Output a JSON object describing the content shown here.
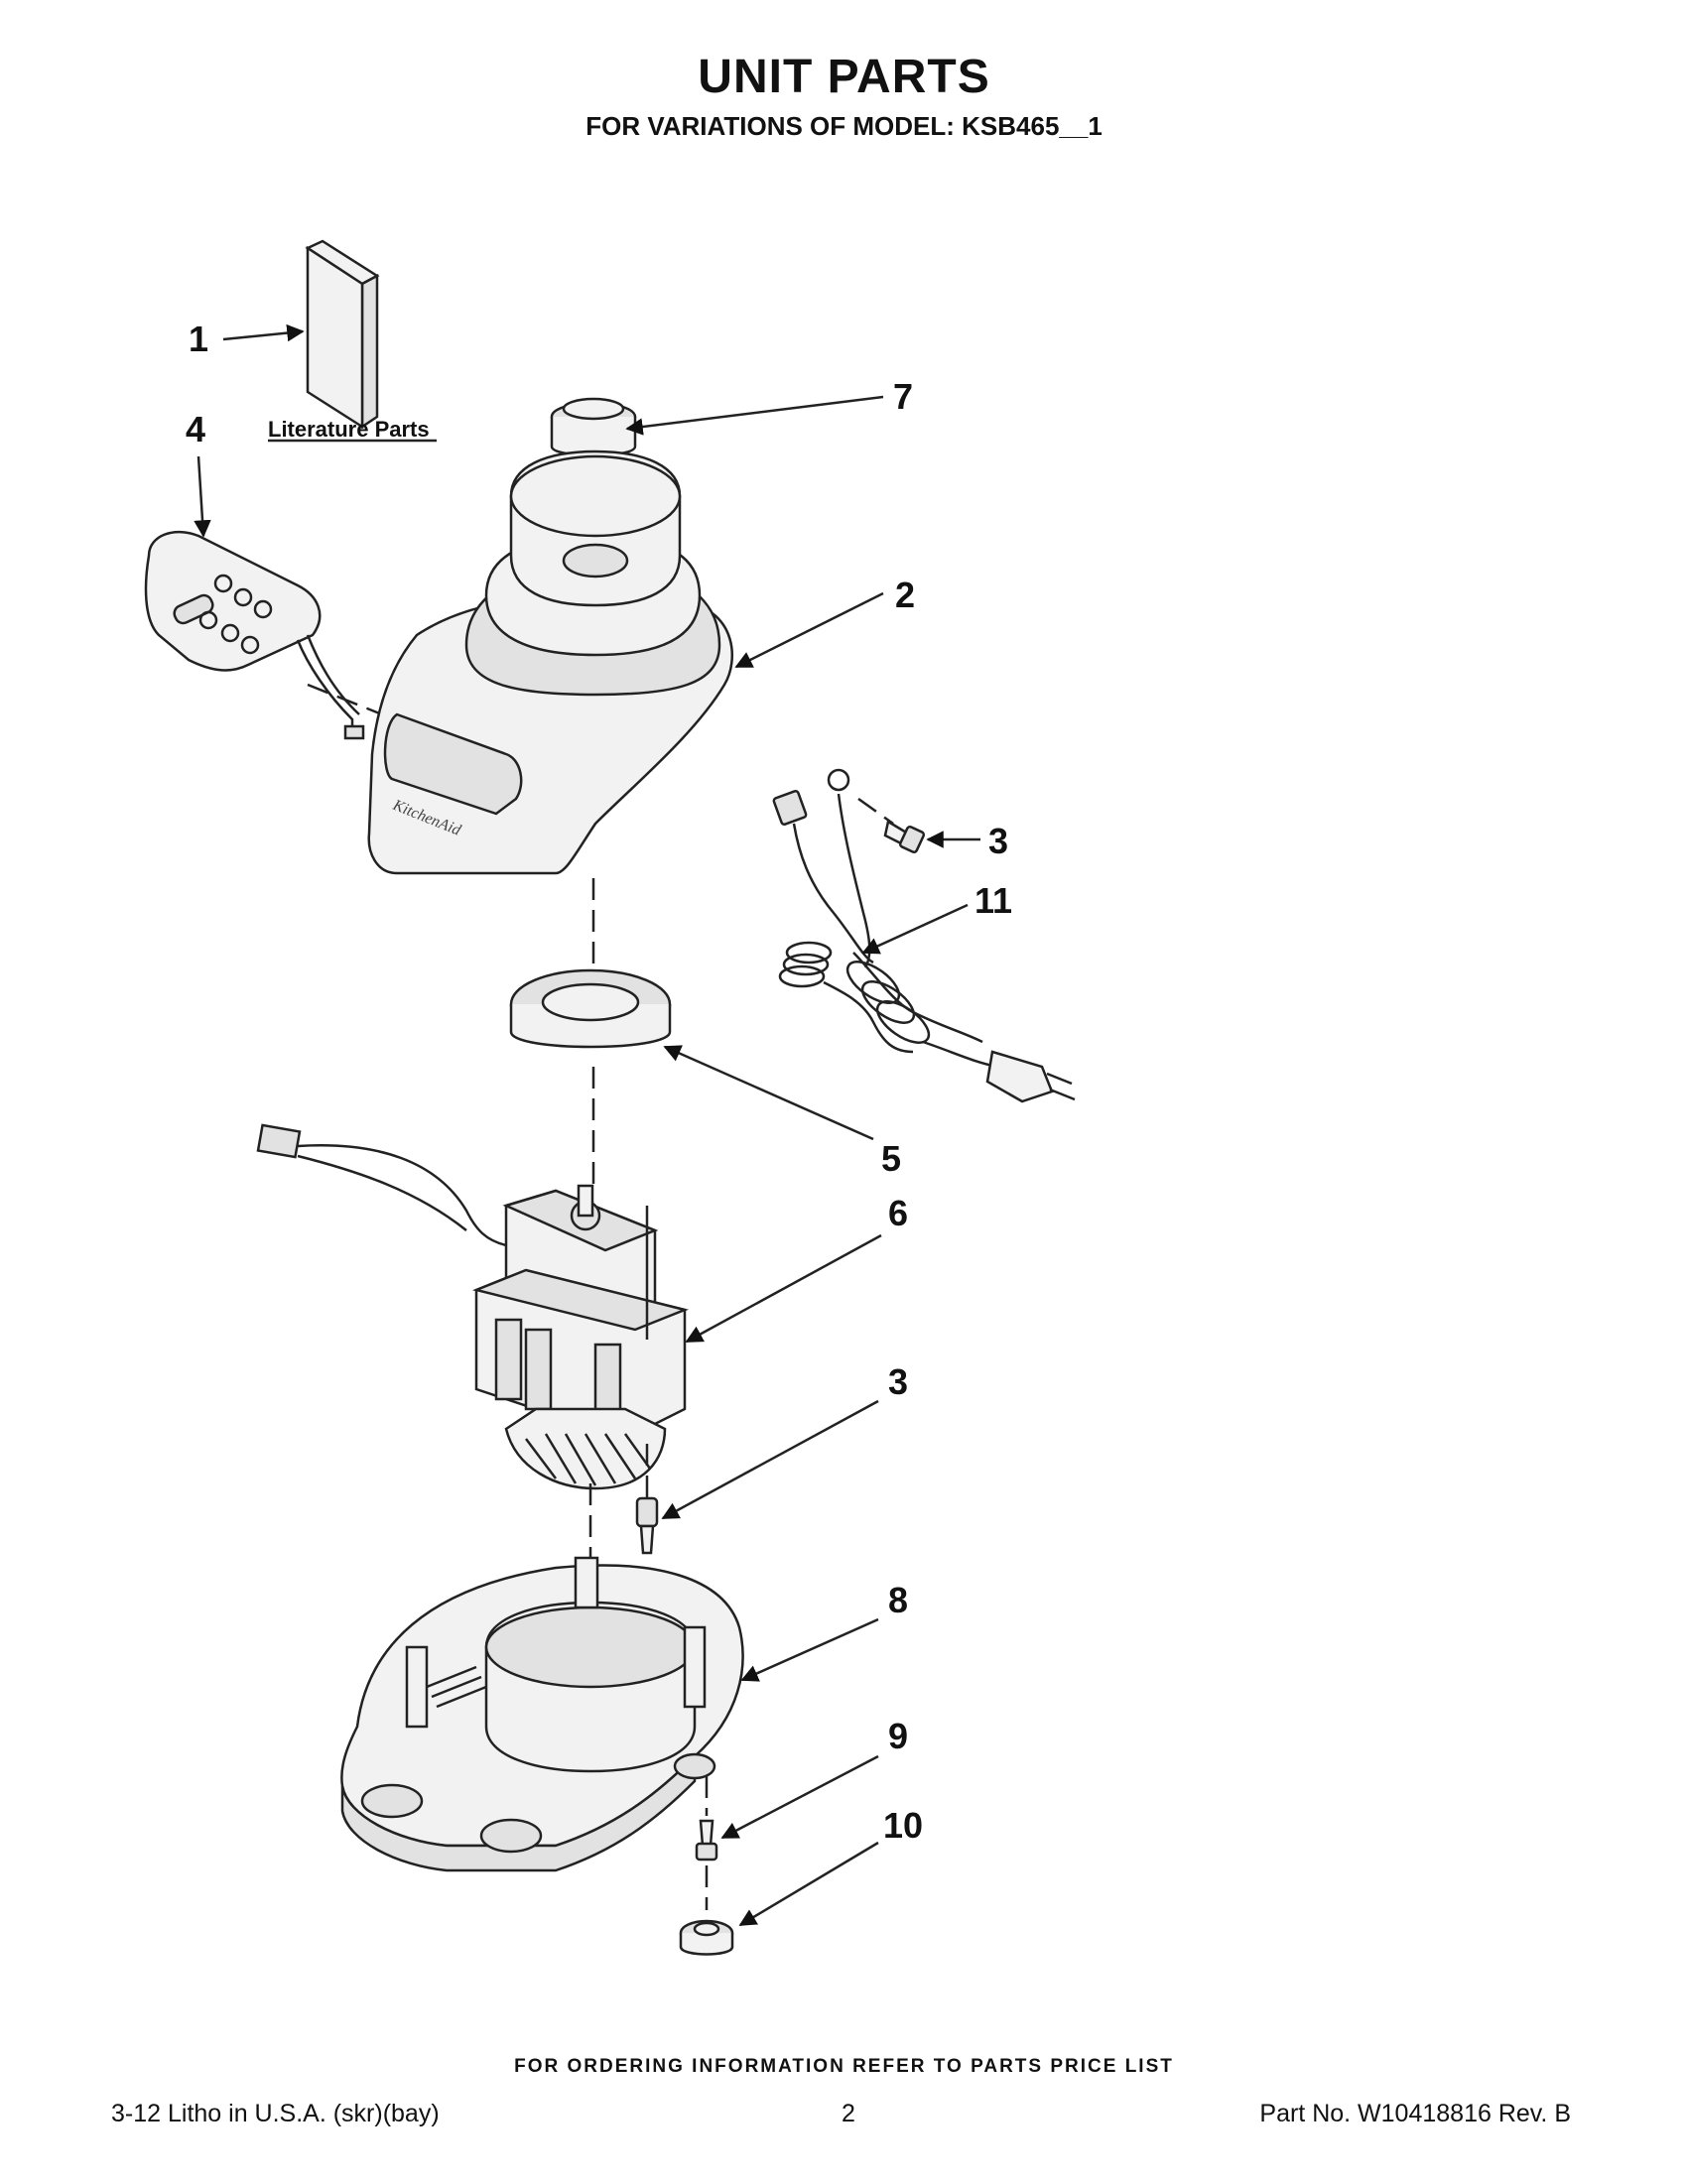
{
  "header": {
    "title": "UNIT PARTS",
    "subtitle": "FOR VARIATIONS OF MODEL: KSB465__1"
  },
  "diagram": {
    "literature_label": "Literature Parts",
    "callouts": [
      "1",
      "4",
      "7",
      "2",
      "3",
      "11",
      "5",
      "6",
      "3",
      "8",
      "9",
      "10"
    ]
  },
  "footer": {
    "order_note": "FOR ORDERING INFORMATION REFER TO PARTS PRICE LIST",
    "litho": "3-12 Litho in U.S.A. (skr)(bay)",
    "page": "2",
    "part_no": "Part No. W10418816 Rev. B"
  }
}
